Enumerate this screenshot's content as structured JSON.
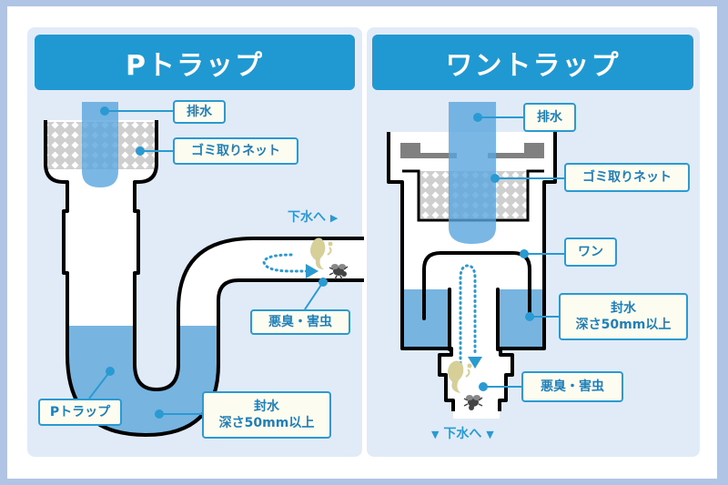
{
  "colors": {
    "frame": "#b0c5e6",
    "panel": "#e1ebf8",
    "header": "#2098d1",
    "water": "#78b4e0",
    "label_border": "#2a9ad3",
    "label_bg": "#fdfcf0",
    "label_text": "#1f7fb8",
    "odor": "#d6cf98",
    "insect": "#444444",
    "basket_gray": "#808080"
  },
  "left_panel": {
    "title": "Pトラップ",
    "labels": {
      "drain": "排水",
      "net": "ゴミ取りネット",
      "odor_pests": "悪臭・害虫",
      "ptrap": "Pトラップ",
      "seal_title": "封水",
      "seal_depth": "深さ50mm以上"
    },
    "flow_text": "下水へ",
    "flow_arrow": "▶"
  },
  "right_panel": {
    "title": "ワントラップ",
    "labels": {
      "drain": "排水",
      "net": "ゴミ取りネット",
      "bowl": "ワン",
      "seal_title": "封水",
      "seal_depth": "深さ50mm以上",
      "odor_pests": "悪臭・害虫"
    },
    "flow_text": "下水へ",
    "flow_arrow": "▼"
  }
}
